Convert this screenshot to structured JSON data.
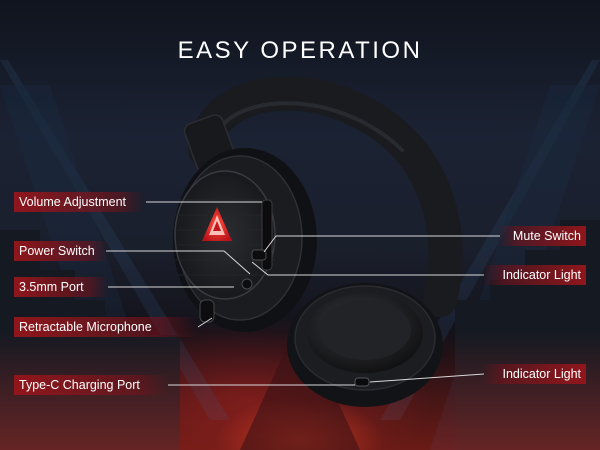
{
  "title": "EASY OPERATION",
  "brand_logo": "red-triangle-logo",
  "callouts_left": [
    "Volume Adjustment",
    "Power Switch",
    "3.5mm Port",
    "Retractable Microphone",
    "Type-C Charging Port"
  ],
  "callouts_right": [
    "Mute Switch",
    "Indicator Light",
    "Indicator Light"
  ],
  "colors": {
    "accent": "#9a1820",
    "text": "#ffffff",
    "leader_line": "#d8d8d8"
  }
}
